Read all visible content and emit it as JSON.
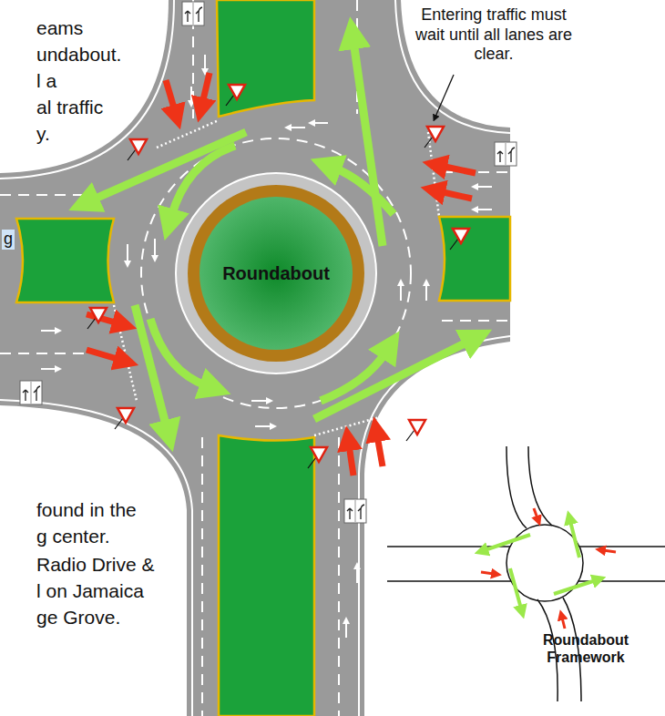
{
  "diagram": {
    "nodes": [
      {
        "text": [
          "Roundabout"
        ]
      }
    ],
    "edges": [],
    "labels": [
      "eams",
      "undabout.",
      "l a",
      "al traffic",
      "y.",
      "Entering traffic must wait until all lanes are clear.",
      "g",
      "found in the",
      "g center.",
      "Radio Drive &",
      "l on Jamaica",
      "ge Grove.",
      "Roundabout Framework"
    ]
  }
}
